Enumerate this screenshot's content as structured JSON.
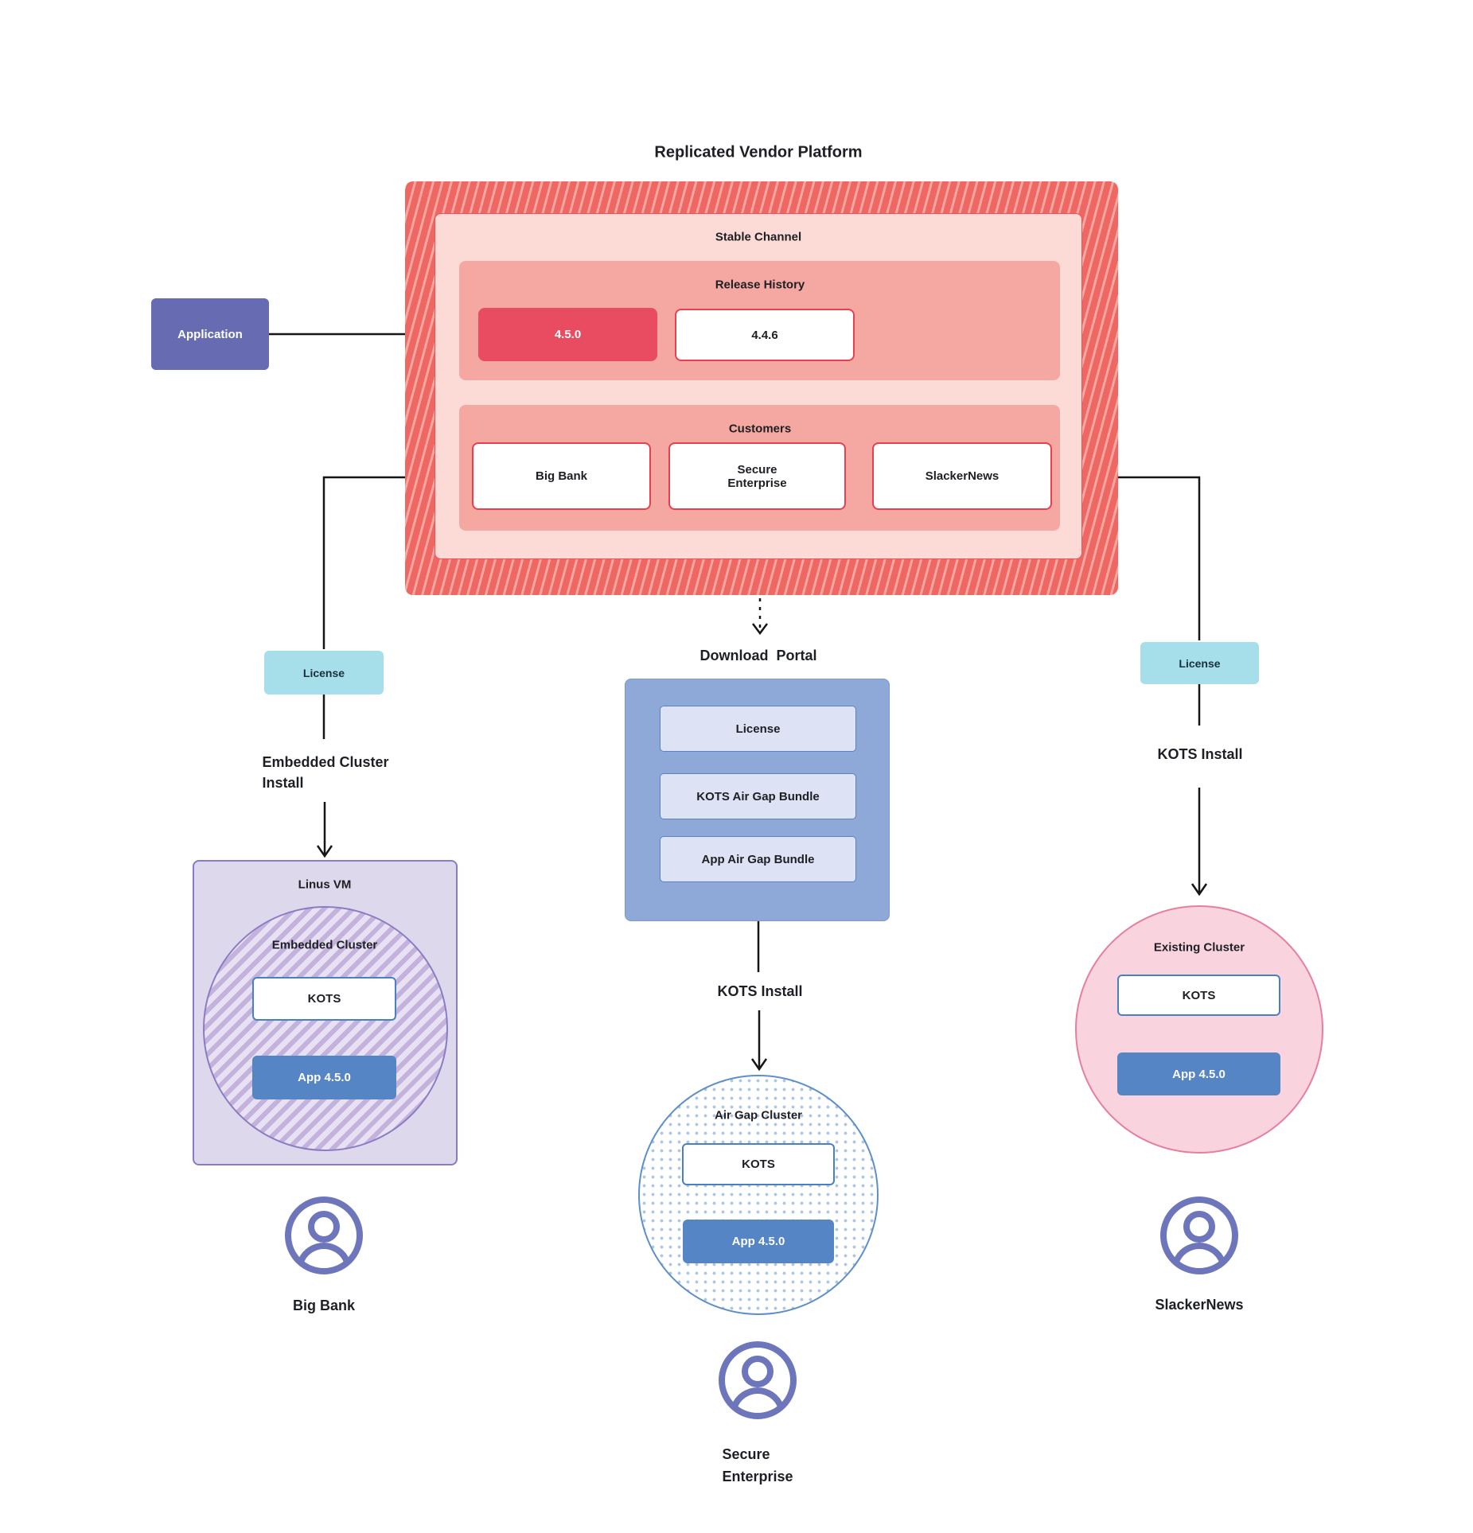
{
  "title": "Replicated Vendor Platform",
  "colors": {
    "hatch_red_base": "#ef6763",
    "hatch_red_stripe": "#f7a6a0",
    "light_pink": "#fcdbd6",
    "salmon": "#f5a8a1",
    "crimson": "#e94b60",
    "red_border": "#e8404f",
    "application_purple": "#666bb2",
    "cyan_chip": "#a6dee9",
    "vm_purple_fill": "#ded8ec",
    "vm_purple_border": "#8a7cc4",
    "portal_blue": "#8ea8d8",
    "portal_item_blue": "#dde2f5",
    "app_blue": "#5585c4",
    "kots_border_blue": "#4a80c2",
    "pink_circle_fill": "#f9d3de",
    "pink_circle_border": "#e87e9f",
    "user_icon_purple": "#6d76bb",
    "connector_black": "#161616"
  },
  "application": {
    "label": "Application"
  },
  "platform": {
    "stable_channel_label": "Stable Channel",
    "release_history": {
      "label": "Release History",
      "releases": [
        {
          "version": "4.5.0"
        },
        {
          "version": "4.4.6"
        }
      ]
    },
    "customers": {
      "label": "Customers",
      "items": [
        "Big Bank",
        "Secure\nEnterprise",
        "SlackerNews"
      ]
    }
  },
  "shared": {
    "license_label": "License",
    "kots_label": "KOTS",
    "app_label": "App 4.5.0",
    "kots_install_label": "KOTS Install"
  },
  "big_bank_flow": {
    "install_label": "Embedded Cluster\nInstall",
    "vm_label": "Linus VM",
    "cluster_label": "Embedded Cluster",
    "user_label": "Big Bank"
  },
  "download_portal": {
    "title": "Download  Portal",
    "items": [
      "License",
      "KOTS Air Gap Bundle",
      "App Air Gap Bundle"
    ]
  },
  "secure_enterprise_flow": {
    "cluster_label": "Air Gap Cluster",
    "user_label": "Secure\nEnterprise"
  },
  "slackernews_flow": {
    "cluster_label": "Existing Cluster",
    "user_label": "SlackerNews"
  }
}
